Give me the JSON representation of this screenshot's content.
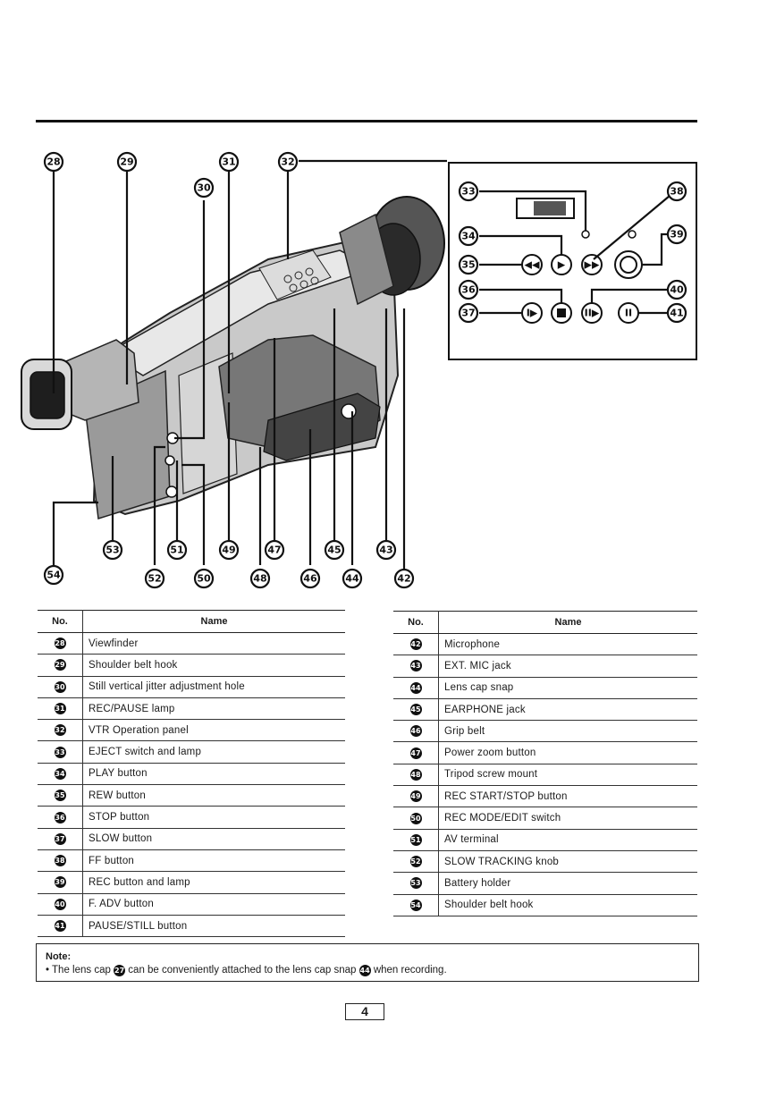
{
  "figure": {
    "callouts_main": [
      "28",
      "29",
      "30",
      "31",
      "32",
      "33",
      "34",
      "35",
      "36",
      "37",
      "38",
      "39",
      "40",
      "41",
      "42",
      "43",
      "44",
      "45",
      "46",
      "47",
      "48",
      "49",
      "50",
      "51",
      "52",
      "53",
      "54"
    ]
  },
  "table_left": {
    "header_no": "No.",
    "header_name": "Name",
    "rows": [
      {
        "no": "28",
        "name": "Viewfinder"
      },
      {
        "no": "29",
        "name": "Shoulder belt hook"
      },
      {
        "no": "30",
        "name": "Still vertical jitter adjustment hole"
      },
      {
        "no": "31",
        "name": "REC/PAUSE lamp"
      },
      {
        "no": "32",
        "name": "VTR Operation panel"
      },
      {
        "no": "33",
        "name": "EJECT switch and lamp"
      },
      {
        "no": "34",
        "name": "PLAY button"
      },
      {
        "no": "35",
        "name": "REW button"
      },
      {
        "no": "36",
        "name": "STOP button"
      },
      {
        "no": "37",
        "name": "SLOW button"
      },
      {
        "no": "38",
        "name": "FF button"
      },
      {
        "no": "39",
        "name": "REC button and lamp"
      },
      {
        "no": "40",
        "name": "F. ADV button"
      },
      {
        "no": "41",
        "name": "PAUSE/STILL button"
      }
    ]
  },
  "table_right": {
    "header_no": "No.",
    "header_name": "Name",
    "rows": [
      {
        "no": "42",
        "name": "Microphone"
      },
      {
        "no": "43",
        "name": "EXT. MIC jack"
      },
      {
        "no": "44",
        "name": "Lens cap snap"
      },
      {
        "no": "45",
        "name": "EARPHONE jack"
      },
      {
        "no": "46",
        "name": "Grip belt"
      },
      {
        "no": "47",
        "name": "Power zoom button"
      },
      {
        "no": "48",
        "name": "Tripod screw mount"
      },
      {
        "no": "49",
        "name": "REC START/STOP button"
      },
      {
        "no": "50",
        "name": "REC MODE/EDIT switch"
      },
      {
        "no": "51",
        "name": "AV terminal"
      },
      {
        "no": "52",
        "name": "SLOW TRACKING knob"
      },
      {
        "no": "53",
        "name": "Battery holder"
      },
      {
        "no": "54",
        "name": "Shoulder belt hook"
      }
    ]
  },
  "note": {
    "title": "Note:",
    "bullet": "•",
    "text_before": "The lens cap",
    "ref1": "27",
    "text_middle": "can be conveniently attached to the lens cap snap",
    "ref2": "44",
    "text_after": "when recording."
  },
  "page_number": "4"
}
